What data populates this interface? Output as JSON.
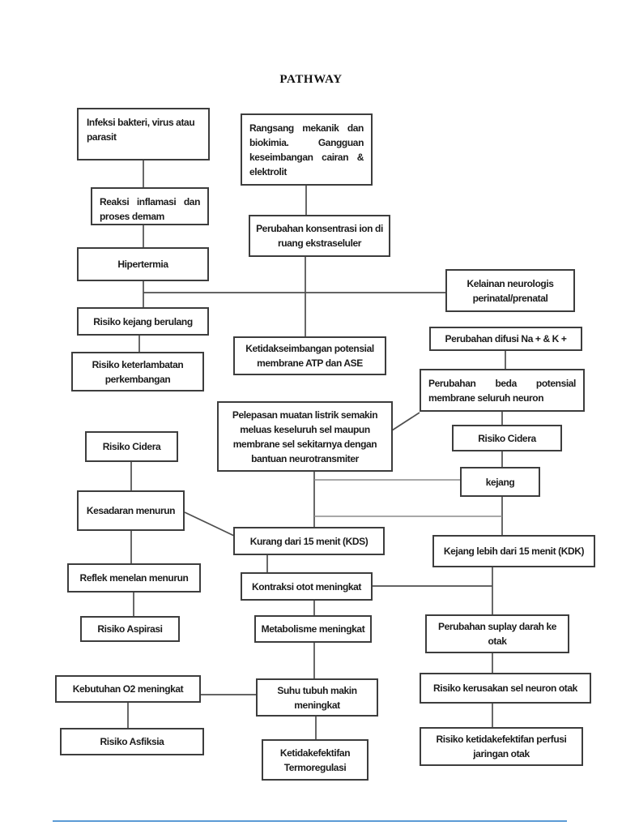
{
  "page": {
    "title": "PATHWAY"
  },
  "nodes": {
    "infeksi": {
      "label": "Infeksi bakteri, virus atau parasit"
    },
    "rangsang": {
      "label": "Rangsang mekanik dan biokimia. Gangguan keseimbangan cairan & elektrolit"
    },
    "reaksi": {
      "label": "Reaksi inflamasi dan proses demam"
    },
    "perubahan_ion": {
      "label": "Perubahan konsentrasi ion di ruang ekstraseluler"
    },
    "hipertermia": {
      "label": "Hipertermia"
    },
    "kelainan": {
      "label": "Kelainan neurologis perinatal/prenatal"
    },
    "risiko_kejang_berulang": {
      "label": "Risiko kejang berulang"
    },
    "ketidakseimbangan": {
      "label": "Ketidakseimbangan potensial membrane ATP dan ASE"
    },
    "perubahan_difusi": {
      "label": "Perubahan difusi Na + & K +"
    },
    "risiko_keterlambatan": {
      "label": "Risiko keterlambatan perkembangan"
    },
    "perubahan_beda": {
      "label": "Perubahan beda potensial membrane seluruh neuron"
    },
    "pelepasan": {
      "label": "Pelepasan muatan listrik semakin meluas keseluruh sel maupun membrane sel sekitarnya dengan bantuan neurotransmiter"
    },
    "risiko_cidera_left": {
      "label": "Risiko Cidera"
    },
    "risiko_cidera_right": {
      "label": "Risiko Cidera"
    },
    "kejang": {
      "label": "kejang"
    },
    "kesadaran": {
      "label": "Kesadaran menurun"
    },
    "kds": {
      "label": "Kurang dari 15 menit (KDS)"
    },
    "kdk": {
      "label": "Kejang lebih dari 15 menit (KDK)"
    },
    "reflek": {
      "label": "Reflek menelan menurun"
    },
    "kontraksi": {
      "label": "Kontraksi otot meningkat"
    },
    "risiko_aspirasi": {
      "label": "Risiko Aspirasi"
    },
    "metabolisme": {
      "label": "Metabolisme meningkat"
    },
    "perubahan_suplay": {
      "label": "Perubahan suplay darah ke otak"
    },
    "kebutuhan_o2": {
      "label": "Kebutuhan O2 meningkat"
    },
    "suhu": {
      "label": "Suhu tubuh makin meningkat"
    },
    "risiko_kerusakan": {
      "label": "Risiko kerusakan sel neuron otak"
    },
    "risiko_asfiksia": {
      "label": "Risiko Asfiksia"
    },
    "ketidakefektifan_termo": {
      "label": "Ketidakefektifan Termoregulasi"
    },
    "risiko_perfusi": {
      "label": "Risiko ketidakefektifan perfusi jaringan otak"
    }
  },
  "colors": {
    "box_border": "#3d3d3d",
    "connector": "#4e4e4e",
    "connector_light": "#8c8c8c",
    "page_marker_blue": "#5b9bd5"
  }
}
